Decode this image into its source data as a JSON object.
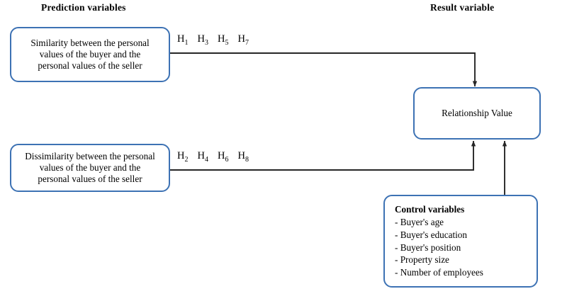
{
  "headings": {
    "prediction": "Prediction variables",
    "result": "Result variable"
  },
  "nodes": {
    "similarity": {
      "label": "Similarity between the personal values of the buyer and the personal values of the seller",
      "lines": [
        "Similarity between the personal",
        "values of the buyer and the",
        "personal values of the seller"
      ]
    },
    "dissimilarity": {
      "label": "Dissimilarity between the personal values of the buyer and the personal values of the seller",
      "lines": [
        "Dissimilarity between the personal",
        "values of the buyer and the",
        "personal values of the seller"
      ]
    },
    "relationship": {
      "label": "Relationship Value"
    },
    "control": {
      "title": "Control variables",
      "items": [
        "- Buyer's age",
        "- Buyer's education",
        "- Buyer's position",
        "- Property size",
        "- Number of employees"
      ]
    }
  },
  "hypotheses": {
    "odd": [
      {
        "base": "H",
        "sub": "1"
      },
      {
        "base": "H",
        "sub": "3"
      },
      {
        "base": "H",
        "sub": "5"
      },
      {
        "base": "H",
        "sub": "7"
      }
    ],
    "even": [
      {
        "base": "H",
        "sub": "2"
      },
      {
        "base": "H",
        "sub": "4"
      },
      {
        "base": "H",
        "sub": "6"
      },
      {
        "base": "H",
        "sub": "8"
      }
    ]
  },
  "colors": {
    "box_border": "#3d72b4",
    "connector": "#262626",
    "text": "#000000",
    "background": "#ffffff"
  }
}
